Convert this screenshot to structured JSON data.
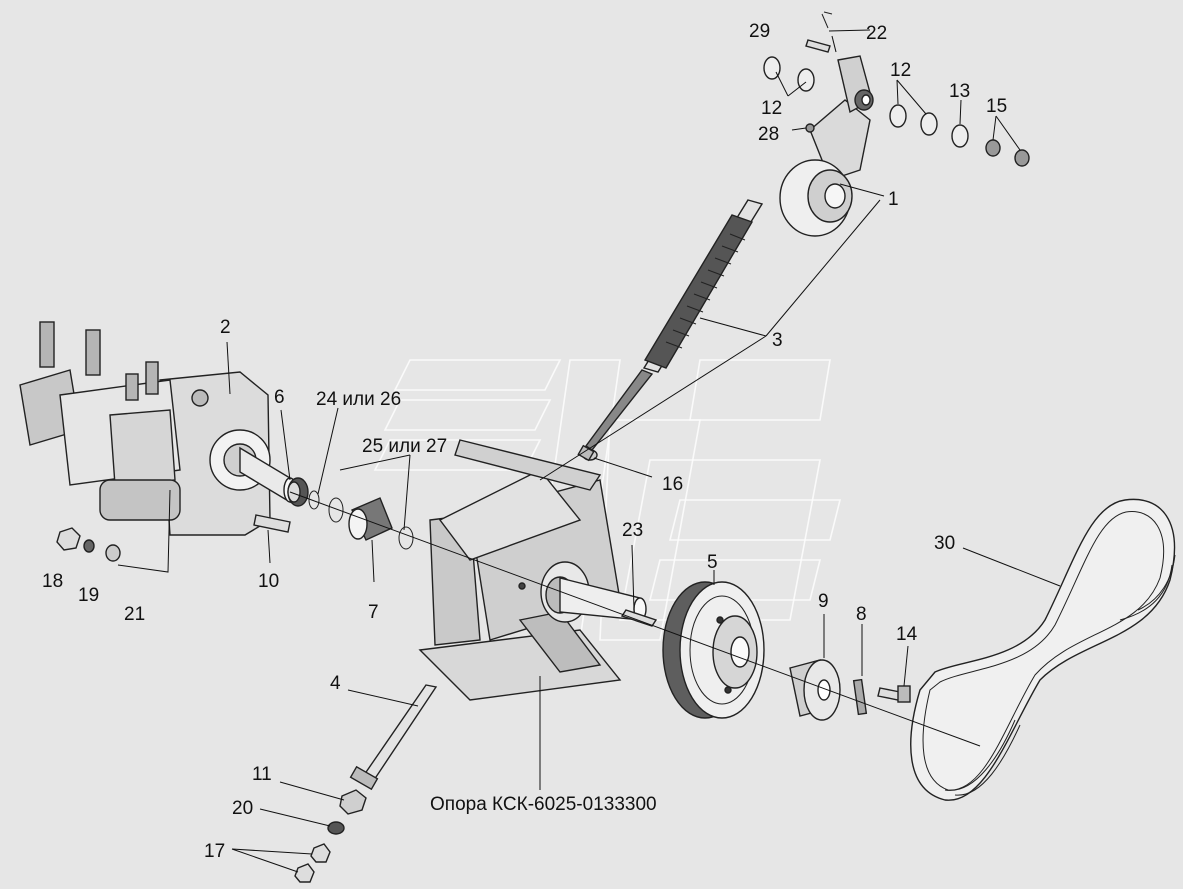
{
  "labels": {
    "l1": "1",
    "l2": "2",
    "l3": "3",
    "l4": "4",
    "l5": "5",
    "l6": "6",
    "l7": "7",
    "l8": "8",
    "l9": "9",
    "l10": "10",
    "l11": "11",
    "l12a": "12",
    "l12b": "12",
    "l13": "13",
    "l14": "14",
    "l15": "15",
    "l16": "16",
    "l17": "17",
    "l18": "18",
    "l19": "19",
    "l20": "20",
    "l21": "21",
    "l22": "22",
    "l23": "23",
    "l24": "24 или 26",
    "l25": "25 или 27",
    "l28": "28",
    "l29": "29",
    "l30": "30",
    "support": "Опора КСК-6025-0133300"
  },
  "colors": {
    "background": "#e6e6e6",
    "part_fill": "#d4d4d4",
    "part_dark": "#8a8a8a",
    "part_light": "#f2f2f2",
    "outline": "#222222"
  }
}
